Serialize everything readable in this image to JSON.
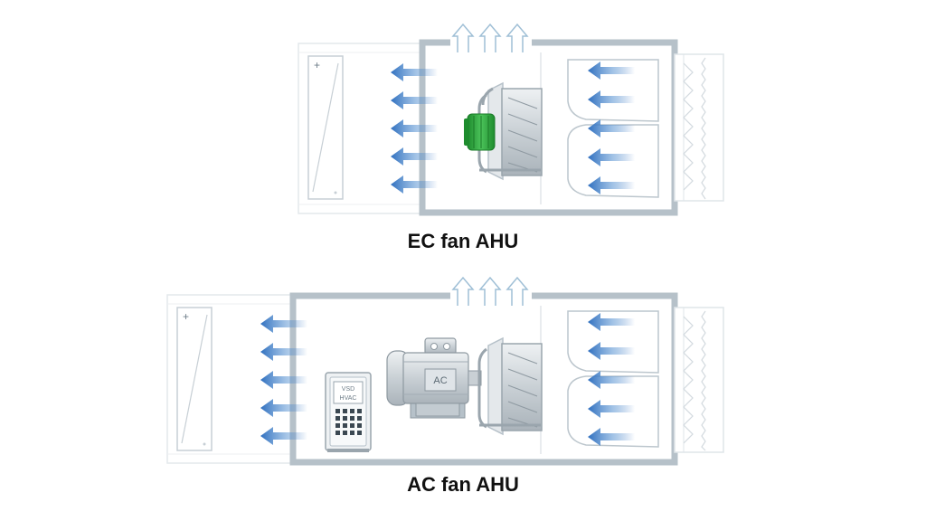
{
  "diagrams": [
    {
      "caption": "EC fan AHU",
      "fan_type": "EC"
    },
    {
      "caption": "AC fan AHU",
      "fan_type": "AC",
      "motor_label": "AC",
      "vfd_label_line1": "VSD",
      "vfd_label_line2": "HVAC"
    }
  ],
  "colors": {
    "casing": "#b6c1c9",
    "casing_fill": "#ffffff",
    "airflow_blue": "#2f6fbf",
    "exhaust_outline": "#9fbfd6",
    "ec_motor_green": "#2aa63a",
    "caption_text": "#111111"
  },
  "icons": [
    "filter-icon",
    "coil-icon",
    "fan-impeller-icon",
    "ec-motor-icon",
    "ac-motor-icon",
    "vfd-panel-icon",
    "airflow-arrow-icon",
    "exhaust-arrow-icon"
  ]
}
